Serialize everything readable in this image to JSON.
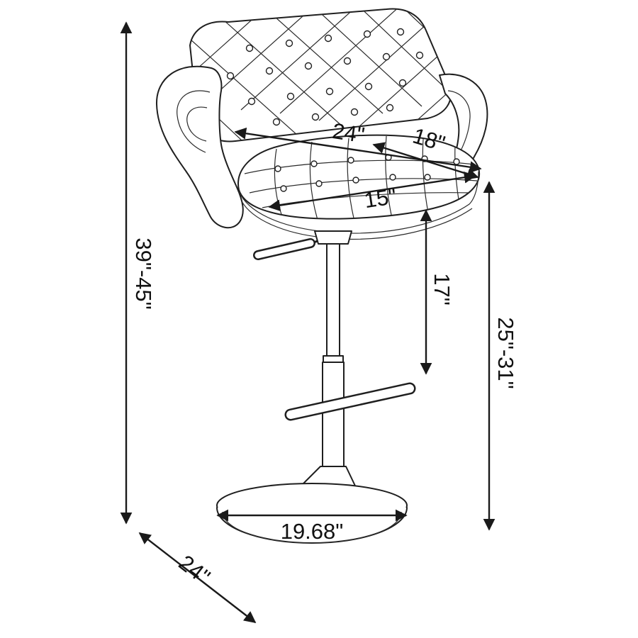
{
  "diagram": {
    "subject": "adjustable tufted bar stool with armrests",
    "style": "black line-art product dimension drawing",
    "colors": {
      "line": "#1f1f1f",
      "background": "#ffffff"
    }
  },
  "dimensions": {
    "back_width": "24\"",
    "seat_depth": "18\"",
    "seat_cushion_width": "15\"",
    "seat_to_footrest_height": "17\"",
    "seat_height_range": "25\"-31\"",
    "overall_height_range": "39\"-45\"",
    "base_diameter": "19.68\"",
    "overall_depth": "24\""
  }
}
